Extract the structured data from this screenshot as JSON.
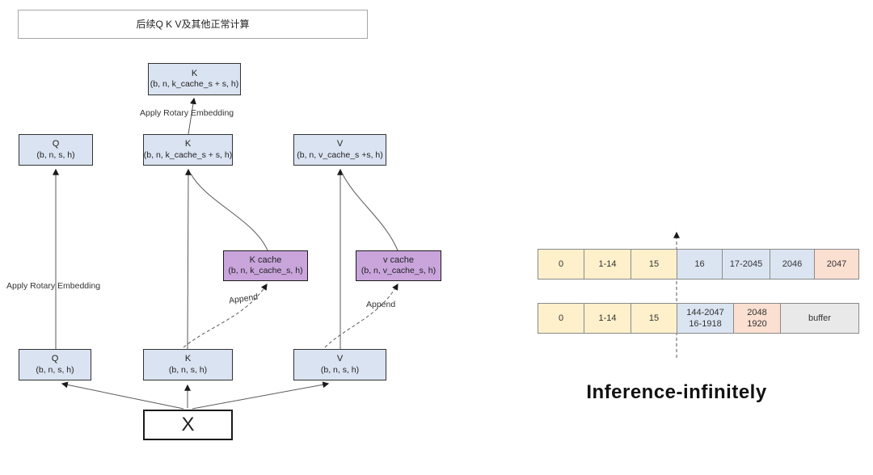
{
  "flow": {
    "top_note": "后续Q K V及其他正常计算",
    "rotary_label_top": "Apply Rotary Embedding",
    "rotary_label_left": "Apply Rotary Embedding",
    "append_label_k": "Append",
    "append_label_v": "Append",
    "boxes": {
      "k_top": {
        "title": "K",
        "shape": "(b, n, k_cache_s + s, h)"
      },
      "q_mid": {
        "title": "Q",
        "shape": "(b, n, s, h)"
      },
      "k_mid": {
        "title": "K",
        "shape": "(b, n, k_cache_s + s, h)"
      },
      "v_mid": {
        "title": "V",
        "shape": "(b, n, v_cache_s +s, h)"
      },
      "k_cache": {
        "title": "K cache",
        "shape": "(b, n, k_cache_s, h)"
      },
      "v_cache": {
        "title": "v cache",
        "shape": "(b, n, v_cache_s, h)"
      },
      "q_bottom": {
        "title": "Q",
        "shape": "(b, n, s, h)"
      },
      "k_bottom": {
        "title": "K",
        "shape": "(b, n, s, h)"
      },
      "v_bottom": {
        "title": "V",
        "shape": "(b, n, s, h)"
      },
      "x_input": {
        "title": "X"
      }
    }
  },
  "memory": {
    "title": "Inference-infinitely",
    "row1": {
      "cells": [
        {
          "label": "0"
        },
        {
          "label": "1-14"
        },
        {
          "label": "15"
        },
        {
          "label": "16"
        },
        {
          "label": "17-2045"
        },
        {
          "label": "2046"
        },
        {
          "label": "2047"
        }
      ]
    },
    "row2": {
      "cells": [
        {
          "label": "0"
        },
        {
          "label": "1-14"
        },
        {
          "label": "15"
        },
        {
          "line1": "144-2047",
          "line2": "16-1918"
        },
        {
          "line1": "2048",
          "line2": "1920"
        },
        {
          "label": "buffer"
        }
      ]
    }
  },
  "colors": {
    "box_blue": "#dae3f1",
    "box_purple": "#c9a5dc",
    "cell_yellow": "#fdf0cb",
    "cell_blue": "#dbe5f2",
    "cell_pink": "#fbdfd0",
    "cell_gray": "#e9e9e9",
    "line": "#595959"
  }
}
